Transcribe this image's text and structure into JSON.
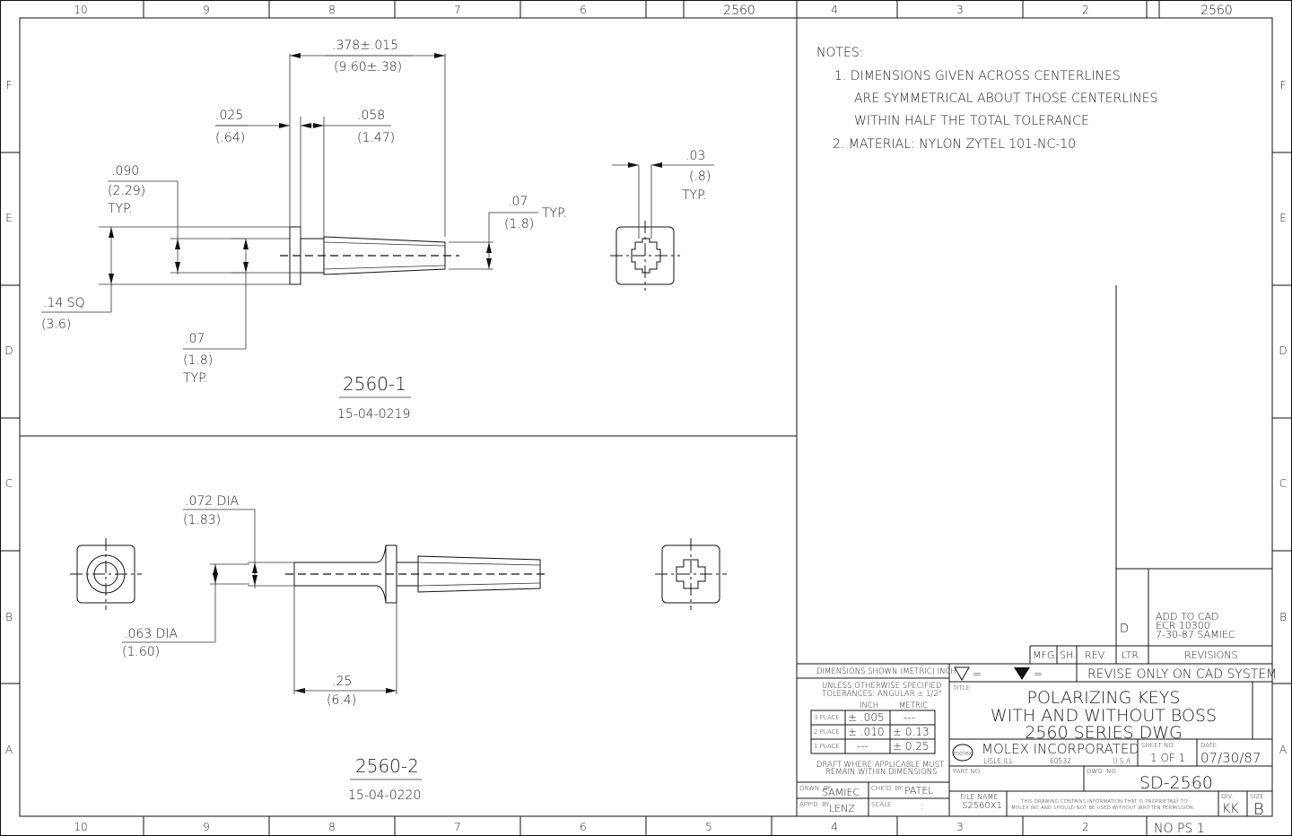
{
  "border": {
    "top_cols": [
      "10",
      "9",
      "8",
      "7",
      "6",
      "",
      "2560",
      "4",
      "3",
      "2",
      "",
      "2560"
    ],
    "bottom_cols": [
      "10",
      "9",
      "8",
      "7",
      "6",
      "5",
      "4",
      "3",
      "2"
    ],
    "rows": [
      "F",
      "E",
      "D",
      "C",
      "B",
      "A"
    ]
  },
  "view1": {
    "title": "2560-1",
    "part": "15-04-0219",
    "dims": {
      "overall": ".378±.015",
      "overall_mm": "(9.60±.38)",
      "flange": ".025",
      "flange_mm": "(.64)",
      "neck": ".058",
      "neck_mm": "(1.47)",
      "head": ".090",
      "head_mm": "(2.29)",
      "head_typ": "TYP.",
      "tip": ".07",
      "tip_mm": "(1.8)",
      "tip_typ": "TYP.",
      "sq": ".14 SQ",
      "sq_mm": "(3.6)",
      "shaft": ".07",
      "shaft_mm": "(1.8)",
      "shaft_typ": "TYP.",
      "slot": ".03",
      "slot_mm": "(.8)",
      "slot_typ": "TYP."
    }
  },
  "view2": {
    "title": "2560-2",
    "part": "15-04-0220",
    "dims": {
      "dia1": ".072 DIA",
      "dia1_mm": "(1.83)",
      "dia2": ".063 DIA",
      "dia2_mm": "(1.60)",
      "len": ".25",
      "len_mm": "(6.4)"
    }
  },
  "notes": {
    "heading": "NOTES:",
    "lines": [
      "1. DIMENSIONS GIVEN ACROSS CENTERLINES",
      "ARE SYMMETRICAL ABOUT THOSE CENTERLINES",
      "WITHIN HALF THE TOTAL TOLERANCE",
      "2. MATERIAL: NYLON ZYTEL 101-NC-10"
    ]
  },
  "revisions": {
    "ltr": "D",
    "desc": [
      "ADD TO CAD",
      "ECR 10300",
      "7-30-87 SAMIEC"
    ],
    "headers": [
      "MFG.",
      "SH.",
      "REV.",
      "LTR.",
      "REVISIONS"
    ]
  },
  "title_block": {
    "dims_shown": "DIMENSIONS SHOWN (METRIC) INCH",
    "unless": "UNLESS OTHERWISE SPECIFIED",
    "tolerances": "TOLERANCES: ANGULAR ± 1/2°",
    "inch": "INCH",
    "metric": "METRIC",
    "tol_rows": [
      {
        "label": "3 PLACE",
        "inch": "± .005",
        "metric": "---"
      },
      {
        "label": "2 PLACE",
        "inch": "± .010",
        "metric": "± 0.13"
      },
      {
        "label": "1 PLACE",
        "inch": "---",
        "metric": "± 0.25"
      }
    ],
    "draft1": "DRAFT WHERE APPLICABLE MUST",
    "draft2": "REMAIN WITHIN DIMENSIONS",
    "drwn_lbl": "DRWN. BY",
    "drwn": "SAMIEC",
    "chkd_lbl": "CHK'D. BY",
    "chkd": "PATEL",
    "appd_lbl": "APP'D. BY",
    "appd": "LENZ",
    "scale_lbl": "SCALE",
    "scale": ":",
    "sym_eq": "=",
    "revise": "REVISE ONLY ON CAD SYSTEM",
    "title_lbl": "TITLE",
    "title_lines": [
      "POLARIZING KEYS",
      "WITH AND WITHOUT BOSS",
      "2560 SERIES DWG"
    ],
    "logo": "molex",
    "company": "MOLEX INCORPORATED",
    "city": "LISLE,ILL.",
    "zip": "60532",
    "country": "U.S.A.",
    "sheet_lbl": "SHEET NO.",
    "sheet": "1 OF 1",
    "date_lbl": "DATE",
    "date": "07/30/87",
    "part_no_lbl": "PART NO.",
    "dwg_no_lbl": "DWG. NO.",
    "dwg_no": "SD-2560",
    "file_lbl": "FILE NAME",
    "file": "S2560X1",
    "prop1": "THIS DRAWING CONTAINS INFORMATION THAT IS PROPRIETARY TO",
    "prop2": "MOLEX INC.AND SHOULD NOT BE USED WITHOUT WRITTEN PERMISSION.",
    "div_lbl": "DIV.",
    "div": "KK",
    "size_lbl": "SIZE",
    "size": "B",
    "nops": "NO PS 1"
  }
}
